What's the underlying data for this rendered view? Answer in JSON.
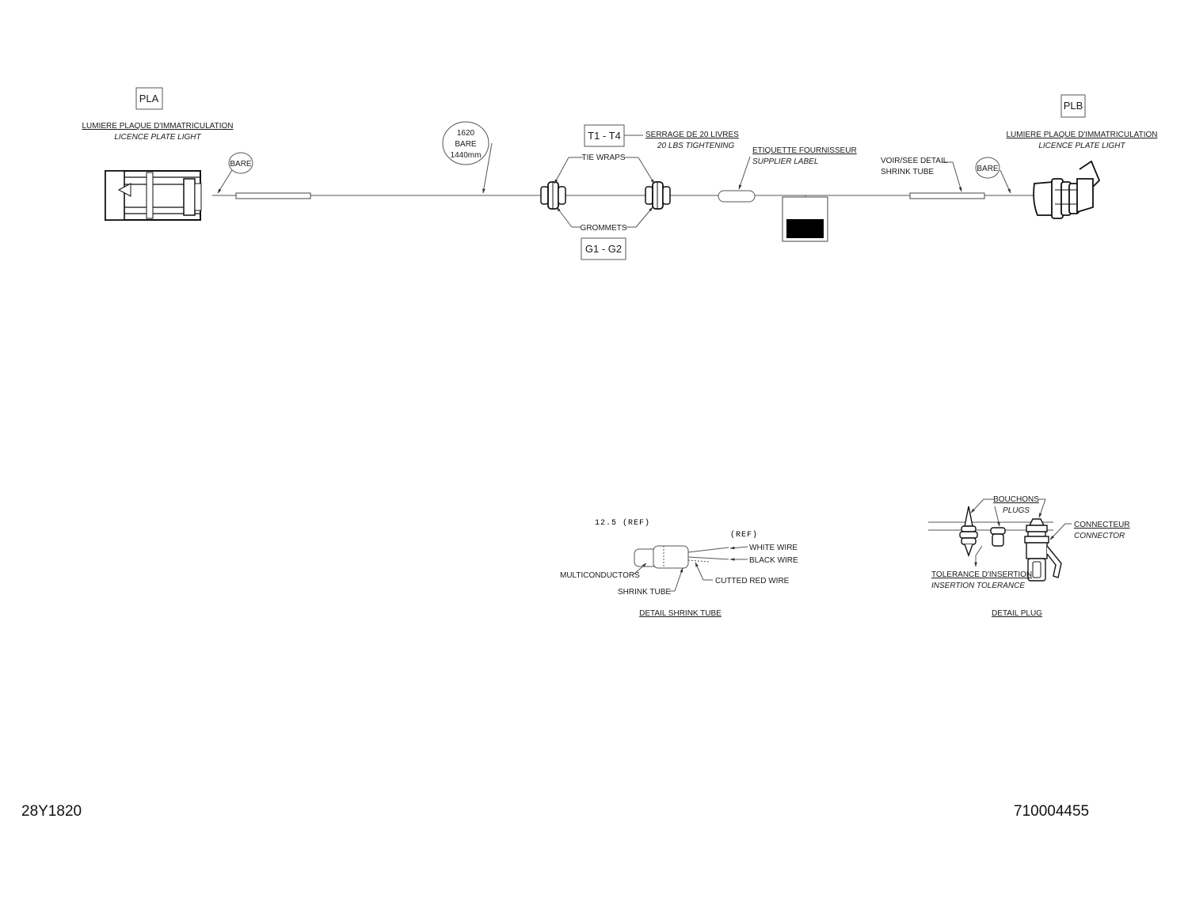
{
  "connectors": {
    "pla": {
      "tag": "PLA",
      "name_fr": "LUMIERE PLAQUE D'IMMATRICULATION",
      "name_en": "LICENCE PLATE LIGHT",
      "bare": "BARE"
    },
    "plb": {
      "tag": "PLB",
      "name_fr": "LUMIERE PLAQUE D'IMMATRICULATION",
      "name_en": "LICENCE PLATE LIGHT",
      "bare": "BARE"
    }
  },
  "length": {
    "value": "1620",
    "bare": "BARE",
    "alt": "1440mm"
  },
  "tie_wraps": {
    "tag": "T1 - T4",
    "label": "TIE WRAPS",
    "torque_fr": "SERRAGE DE 20 LIVRES",
    "torque_en": "20 LBS TIGHTENING"
  },
  "grommets": {
    "tag": "G1 - G2",
    "label": "GROMMETS"
  },
  "supplier_label": {
    "fr": "ETIQUETTE FOURNISSEUR",
    "en": "SUPPLIER LABEL"
  },
  "shrink_tube_ref": {
    "line1": "VOIR/SEE DETAIL",
    "line2": "SHRINK TUBE"
  },
  "detail_shrink": {
    "title": "DETAIL SHRINK TUBE",
    "dim": "12.5 (REF)",
    "ref": "(REF)",
    "white_wire": "WHITE WIRE",
    "black_wire": "BLACK WIRE",
    "multiconductors": "MULTICONDUCTORS",
    "shrink_tube": "SHRINK TUBE",
    "cutted_red_wire": "CUTTED RED WIRE"
  },
  "detail_plug": {
    "title": "DETAIL PLUG",
    "plugs_fr": "BOUCHONS",
    "plugs_en": "PLUGS",
    "connector_fr": "CONNECTEUR",
    "connector_en": "CONNECTOR",
    "tolerance_fr": "TOLERANCE D'INSERTION",
    "tolerance_en": "INSERTION TOLERANCE"
  },
  "footer": {
    "left": "28Y1820",
    "right": "710004455"
  }
}
